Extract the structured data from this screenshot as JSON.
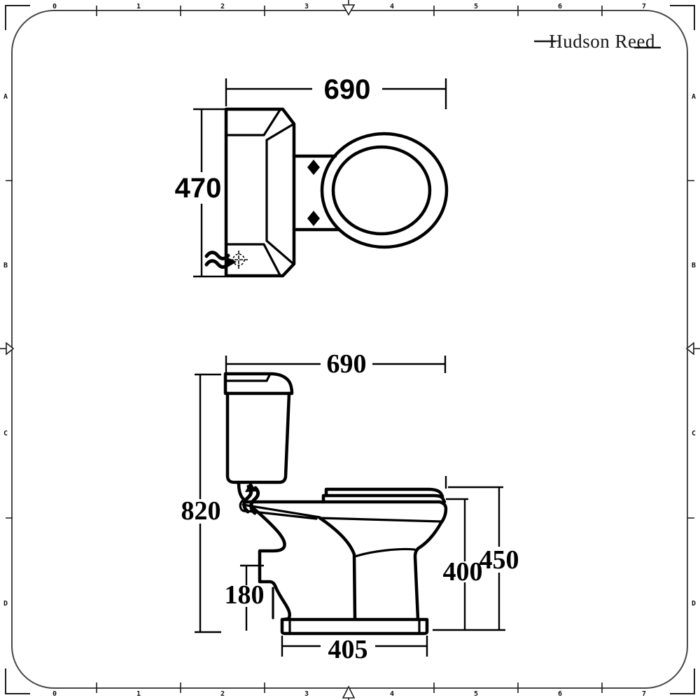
{
  "page": {
    "background": "#ffffff",
    "drawing_color": "#000000",
    "frame_color": "#474747"
  },
  "logo": {
    "brand": "Hudson Reed"
  },
  "ruler": {
    "numbers": [
      "0",
      "1",
      "2",
      "3",
      "4",
      "5",
      "6",
      "7"
    ],
    "letters": [
      "A",
      "B",
      "C",
      "D"
    ]
  },
  "plan_view": {
    "title": "toilet-top-view",
    "width_label": "690",
    "depth_label": "470"
  },
  "side_view": {
    "title": "toilet-side-view",
    "width_label": "690",
    "overall_height_label": "820",
    "seat_height_label": "450",
    "pan_height_label": "400",
    "outlet_height_label": "180",
    "base_depth_label": "405"
  }
}
